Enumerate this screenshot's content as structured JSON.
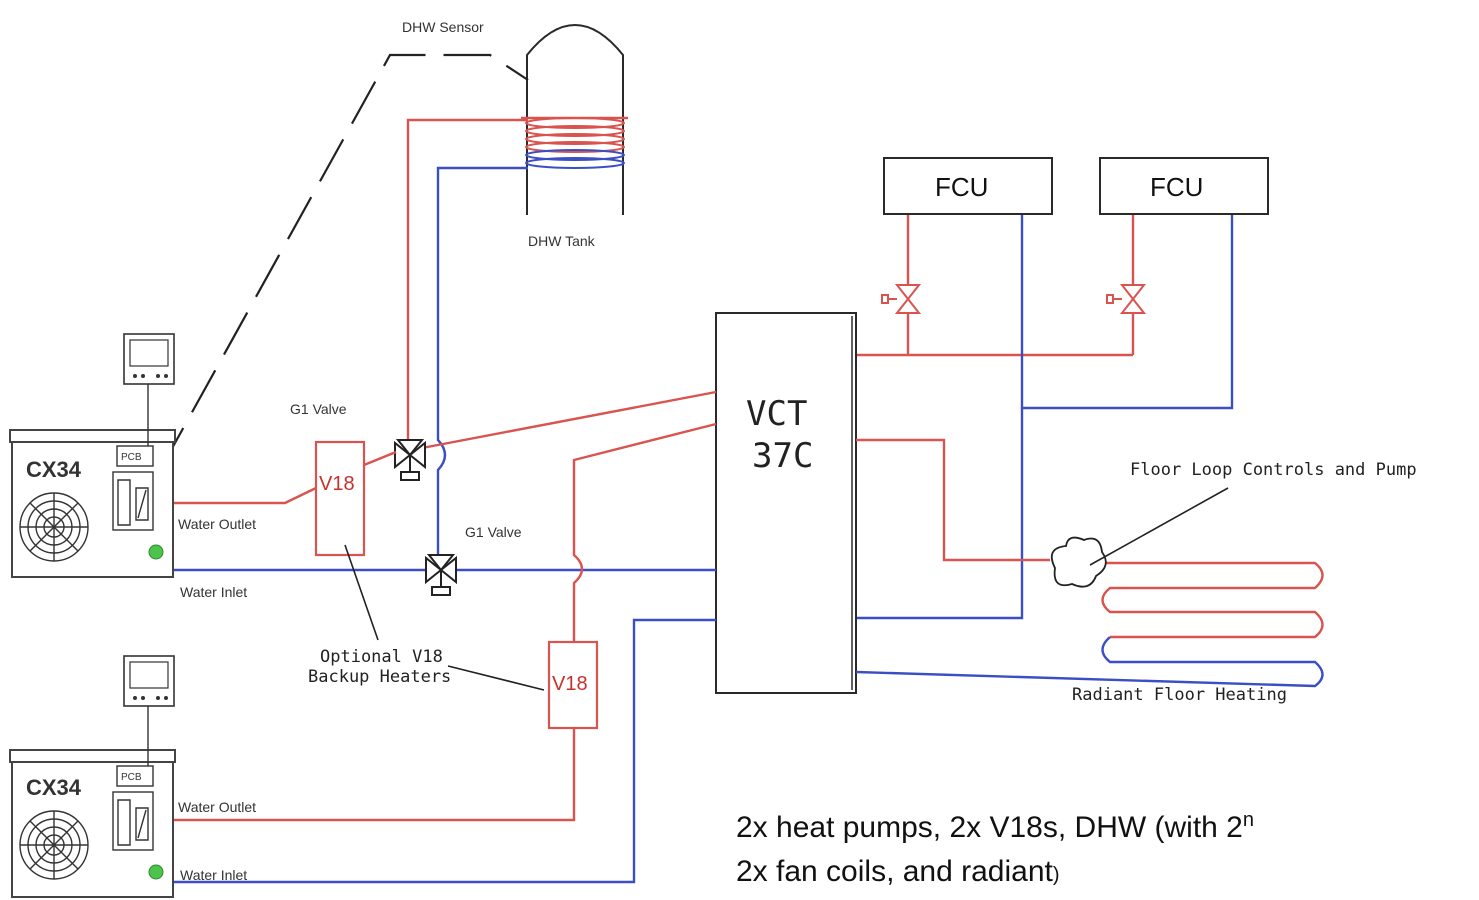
{
  "labels": {
    "dhw_sensor": "DHW Sensor",
    "dhw_tank": "DHW Tank",
    "fcu_1": "FCU",
    "fcu_2": "FCU",
    "vct_line1": "VCT",
    "vct_line2": "37C",
    "g1_valve_top": "G1 Valve",
    "g1_valve_bottom": "G1 Valve",
    "v18_top": "V18",
    "v18_bottom": "V18",
    "optional_v18_line1": "Optional V18",
    "optional_v18_line2": "Backup Heaters",
    "floor_loop": "Floor Loop Controls and Pump",
    "radiant_floor": "Radiant Floor Heating",
    "cx34_top": "CX34",
    "cx34_bottom": "CX34",
    "pcb_top": "PCB",
    "pcb_bottom": "PCB",
    "water_outlet_top": "Water Outlet",
    "water_inlet_top": "Water Inlet",
    "water_outlet_bottom": "Water Outlet",
    "water_inlet_bottom": "Water Inlet"
  },
  "caption": {
    "line1": "2x heat pumps, 2x V18s, DHW (with 2",
    "line1_super": "n",
    "line2": "2x fan coils, and radiant",
    "line2_tail": ")"
  },
  "colors": {
    "hot_pipe": "#d9534f",
    "cold_pipe": "#3b4fc4",
    "outline": "#2a2a2a"
  }
}
